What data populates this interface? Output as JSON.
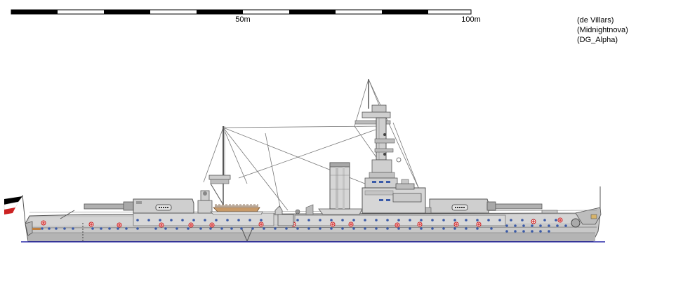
{
  "scale_bar": {
    "label_mid": "50m",
    "label_end": "100m"
  },
  "credits": [
    "(de Villars)",
    "(Midnightnova)",
    "(DG_Alpha)"
  ],
  "colors": {
    "hull": "#c8c8c8",
    "hull_dark": "#a8a8a8",
    "deck": "#d8d8d8",
    "waterline": "#2a2aa8",
    "porthole": "#3a5aa8",
    "marker": "#cc1111",
    "wood": "#c89a68",
    "flag_black": "#000000",
    "flag_white": "#ffffff",
    "flag_red": "#cc2222"
  },
  "icons": [
    "flag-icon",
    "turret-icon",
    "funnel-icon",
    "mast-icon",
    "anchor-icon",
    "lifeboat-icon"
  ]
}
